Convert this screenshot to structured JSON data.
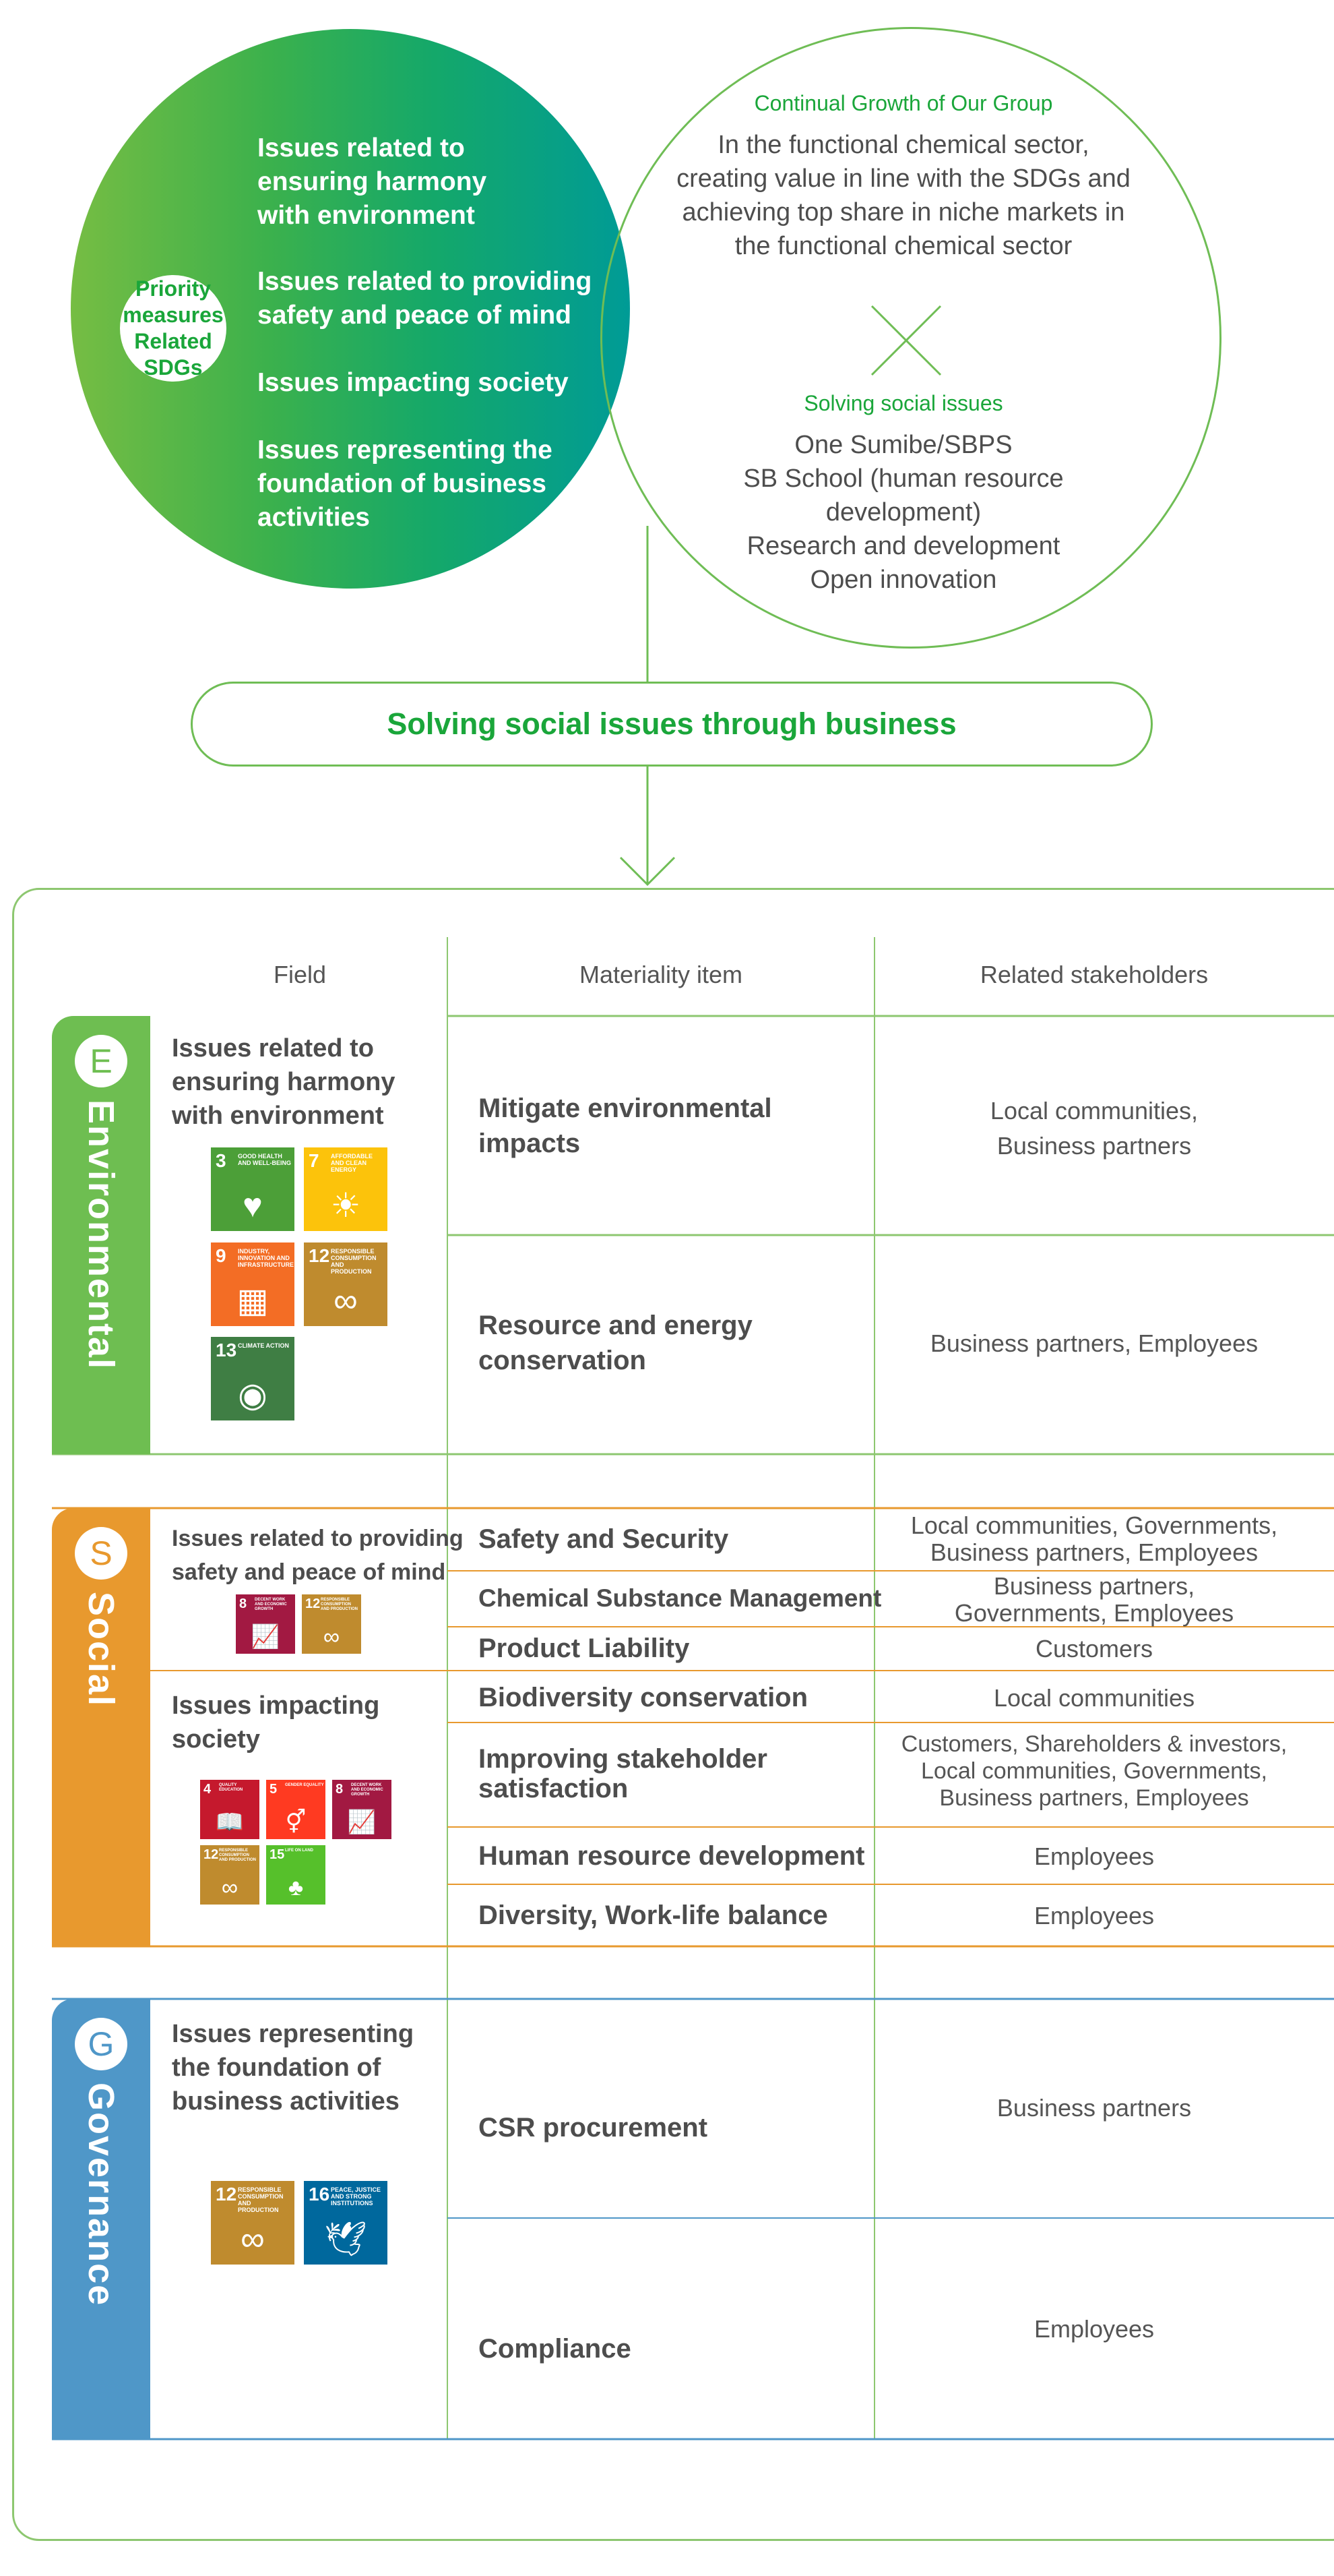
{
  "top": {
    "badge": [
      "Priority",
      "measures",
      "Related",
      "SDGs"
    ],
    "issues": [
      [
        "Issues related to",
        "ensuring harmony",
        "with environment"
      ],
      [
        "Issues related to providing",
        "safety and peace of mind"
      ],
      [
        "Issues impacting society"
      ],
      [
        "Issues representing the",
        "foundation of business",
        "activities"
      ]
    ],
    "growth_heading": "Continual Growth of Our Group",
    "growth_body": [
      "In the functional chemical sector,",
      "creating value in line with the SDGs and",
      "achieving top share in niche markets in",
      "the functional chemical sector"
    ],
    "solving_heading": "Solving social issues",
    "solving_body": [
      "One Sumibe/SBPS",
      "SB School (human resource",
      "development)",
      "Research and development",
      "Open innovation"
    ],
    "banner": "Solving social issues through business"
  },
  "table": {
    "headers": [
      "Field",
      "Materiality item",
      "Related stakeholders"
    ],
    "categories": [
      {
        "letter": "E",
        "name": "Environmental",
        "color": "#6ebe51"
      },
      {
        "letter": "S",
        "name": "Social",
        "color": "#e8992e"
      },
      {
        "letter": "G",
        "name": "Governance",
        "color": "#4f97c8"
      }
    ],
    "fields": {
      "env": [
        "Issues related to",
        "ensuring harmony",
        "with environment"
      ],
      "safety": [
        "Issues related to providing",
        "safety and peace of mind"
      ],
      "society": [
        "Issues impacting",
        "society"
      ],
      "gov": [
        "Issues representing",
        "the foundation of",
        "business activities"
      ]
    },
    "rows": [
      {
        "item": [
          "Mitigate environmental",
          "impacts"
        ],
        "stakeholders": [
          "Local communities,",
          "Business partners"
        ]
      },
      {
        "item": [
          "Resource and energy",
          "conservation"
        ],
        "stakeholders": [
          "Business partners, Employees"
        ]
      },
      {
        "item": [
          "Safety and Security"
        ],
        "stakeholders": [
          "Local communities, Governments,",
          "Business partners, Employees"
        ]
      },
      {
        "item": [
          "Chemical Substance Management"
        ],
        "stakeholders": [
          "Business partners,",
          "Governments, Employees"
        ]
      },
      {
        "item": [
          "Product Liability"
        ],
        "stakeholders": [
          "Customers"
        ]
      },
      {
        "item": [
          "Biodiversity conservation"
        ],
        "stakeholders": [
          "Local communities"
        ]
      },
      {
        "item": [
          "Improving stakeholder",
          "satisfaction"
        ],
        "stakeholders": [
          "Customers, Shareholders & investors,",
          "Local communities, Governments,",
          "Business partners, Employees"
        ]
      },
      {
        "item": [
          "Human resource development"
        ],
        "stakeholders": [
          "Employees"
        ]
      },
      {
        "item": [
          "Diversity, Work-life balance"
        ],
        "stakeholders": [
          "Employees"
        ]
      },
      {
        "item": [
          "CSR procurement"
        ],
        "stakeholders": [
          "Business partners"
        ]
      },
      {
        "item": [
          "Compliance"
        ],
        "stakeholders": [
          "Employees"
        ]
      }
    ]
  },
  "sdg_icons": {
    "sdg3": {
      "number": "3",
      "label": "Good health and well-being",
      "color": "#4c9f38",
      "glyph": "♥"
    },
    "sdg7": {
      "number": "7",
      "label": "Affordable and clean energy",
      "color": "#fcc30b",
      "glyph": "☀"
    },
    "sdg9": {
      "number": "9",
      "label": "Industry, innovation and infrastructure",
      "color": "#f36d25",
      "glyph": "▦"
    },
    "sdg12": {
      "number": "12",
      "label": "Responsible consumption and production",
      "color": "#bf8b2e",
      "glyph": "∞"
    },
    "sdg13": {
      "number": "13",
      "label": "Climate action",
      "color": "#3f7e44",
      "glyph": "◉"
    },
    "sdg8": {
      "number": "8",
      "label": "Decent work and economic growth",
      "color": "#a21942",
      "glyph": "📈"
    },
    "sdg4": {
      "number": "4",
      "label": "Quality education",
      "color": "#c5192d",
      "glyph": "📖"
    },
    "sdg5": {
      "number": "5",
      "label": "Gender equality",
      "color": "#ff3a21",
      "glyph": "⚥"
    },
    "sdg15": {
      "number": "15",
      "label": "Life on land",
      "color": "#56c02b",
      "glyph": "♣"
    },
    "sdg16": {
      "number": "16",
      "label": "Peace, justice and strong institutions",
      "color": "#00689d",
      "glyph": "🕊"
    }
  }
}
